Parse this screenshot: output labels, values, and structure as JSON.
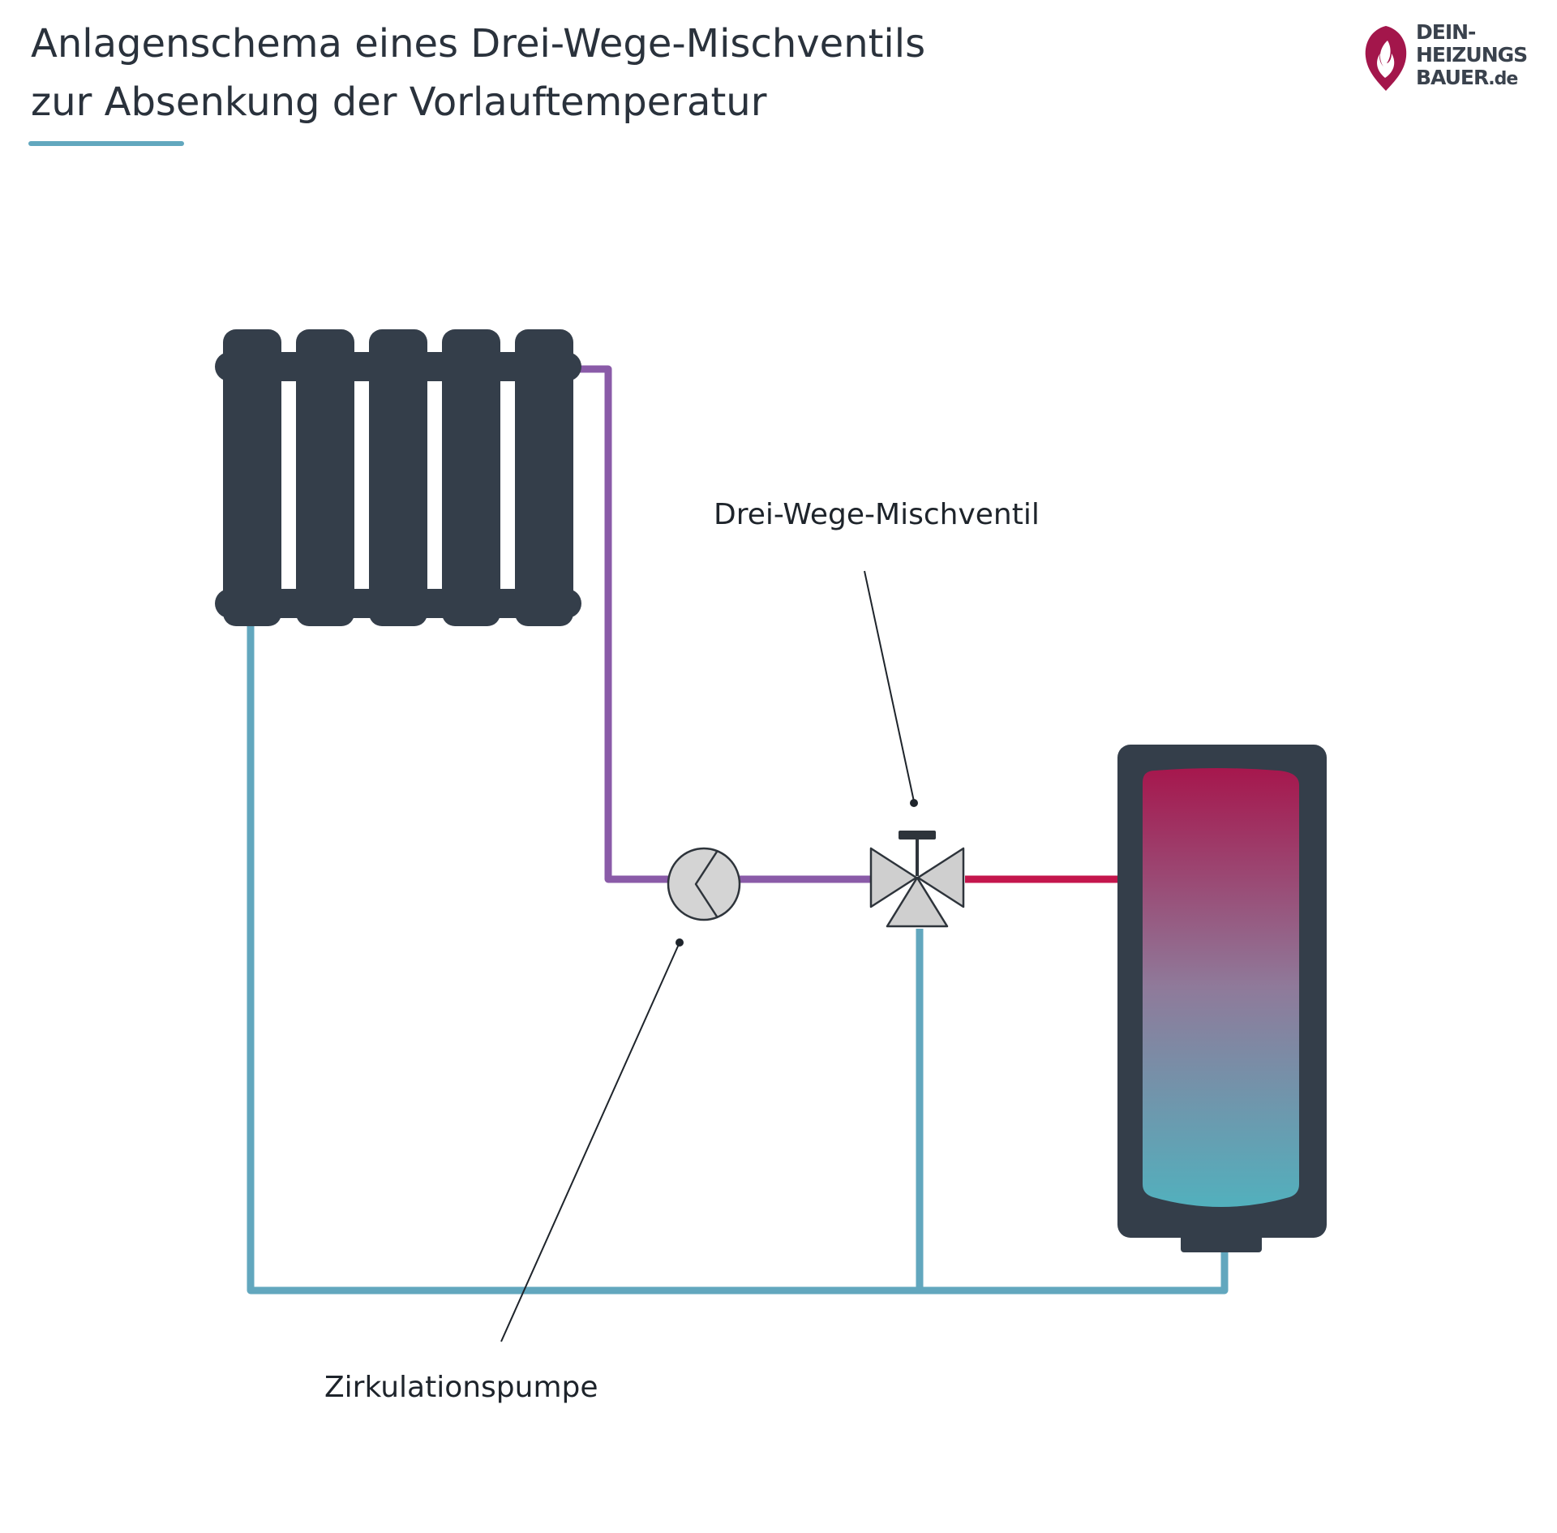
{
  "title": {
    "line1": "Anlagenschema eines Drei-Wege-Mischventils",
    "line2": "zur Absenkung der Vorlauftemperatur"
  },
  "logo": {
    "line1": "DEIN-",
    "line2": "HEIZUNGS",
    "line3": "BAUER",
    "suffix": ".de",
    "icon": "flame-icon"
  },
  "labels": {
    "valve": "Drei-Wege-Mischventil",
    "pump": "Zirkulationspumpe"
  },
  "colors": {
    "supply_mixed": "#8a5ba8",
    "return": "#62a7be",
    "supply_hot": "#c4164c",
    "component_dark": "#343e4a",
    "accent": "#62a7be",
    "brand": "#a3164b"
  }
}
